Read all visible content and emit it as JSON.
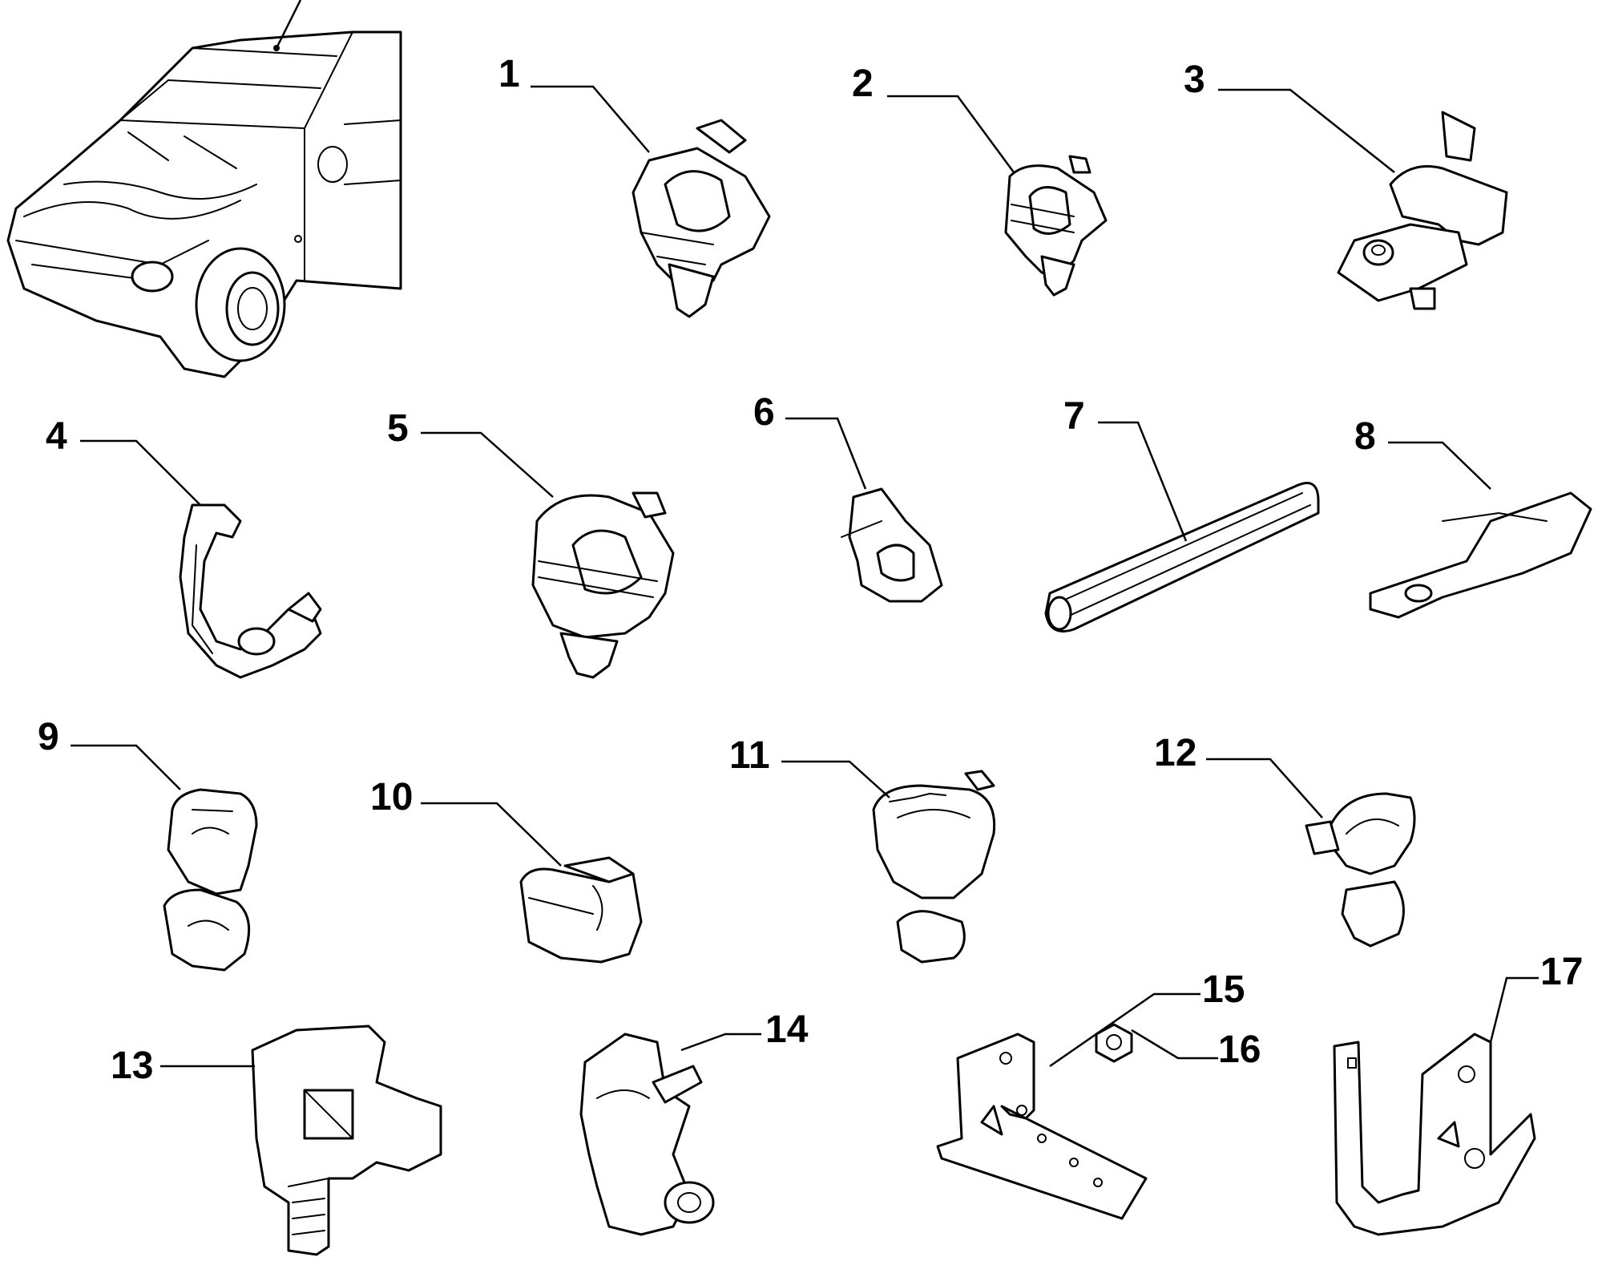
{
  "diagram": {
    "vehicle": "vehicle-overview",
    "callouts": [
      "1",
      "2",
      "3",
      "4",
      "5",
      "6",
      "7",
      "8",
      "9",
      "10",
      "11",
      "12",
      "13",
      "14",
      "15",
      "16",
      "17"
    ]
  }
}
